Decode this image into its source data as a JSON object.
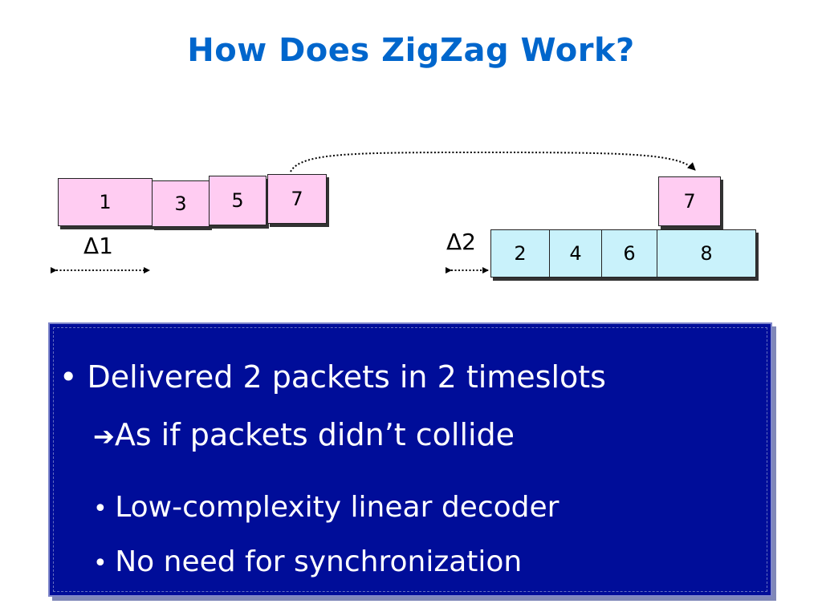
{
  "title": "How Does ZigZag Work?",
  "diagram": {
    "packet_a": [
      "1",
      "3",
      "5",
      "7"
    ],
    "packet_b": [
      "2",
      "4",
      "6",
      "8"
    ],
    "packet_top_right": "7",
    "delta1": "Δ1",
    "delta2": "Δ2",
    "colors": {
      "pink": "#ffccf2",
      "cyan": "#c9f2fb",
      "title": "#0066cc",
      "panel": "#000d99"
    }
  },
  "bullets": {
    "main": "Delivered 2 packets in 2 timeslots",
    "arrow_line": "As if packets didn’t collide",
    "arrow_glyph": "➔",
    "sub": [
      "Low-complexity linear decoder",
      "No need for synchronization"
    ]
  }
}
